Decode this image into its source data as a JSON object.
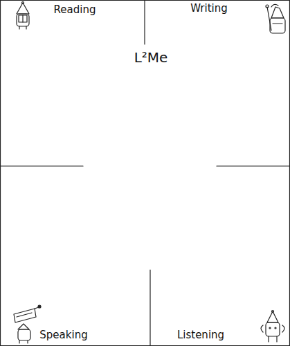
{
  "diagram": {
    "labels": [
      "Reading",
      "Writing",
      "L²Me",
      "Speaking",
      "Listening"
    ]
  }
}
